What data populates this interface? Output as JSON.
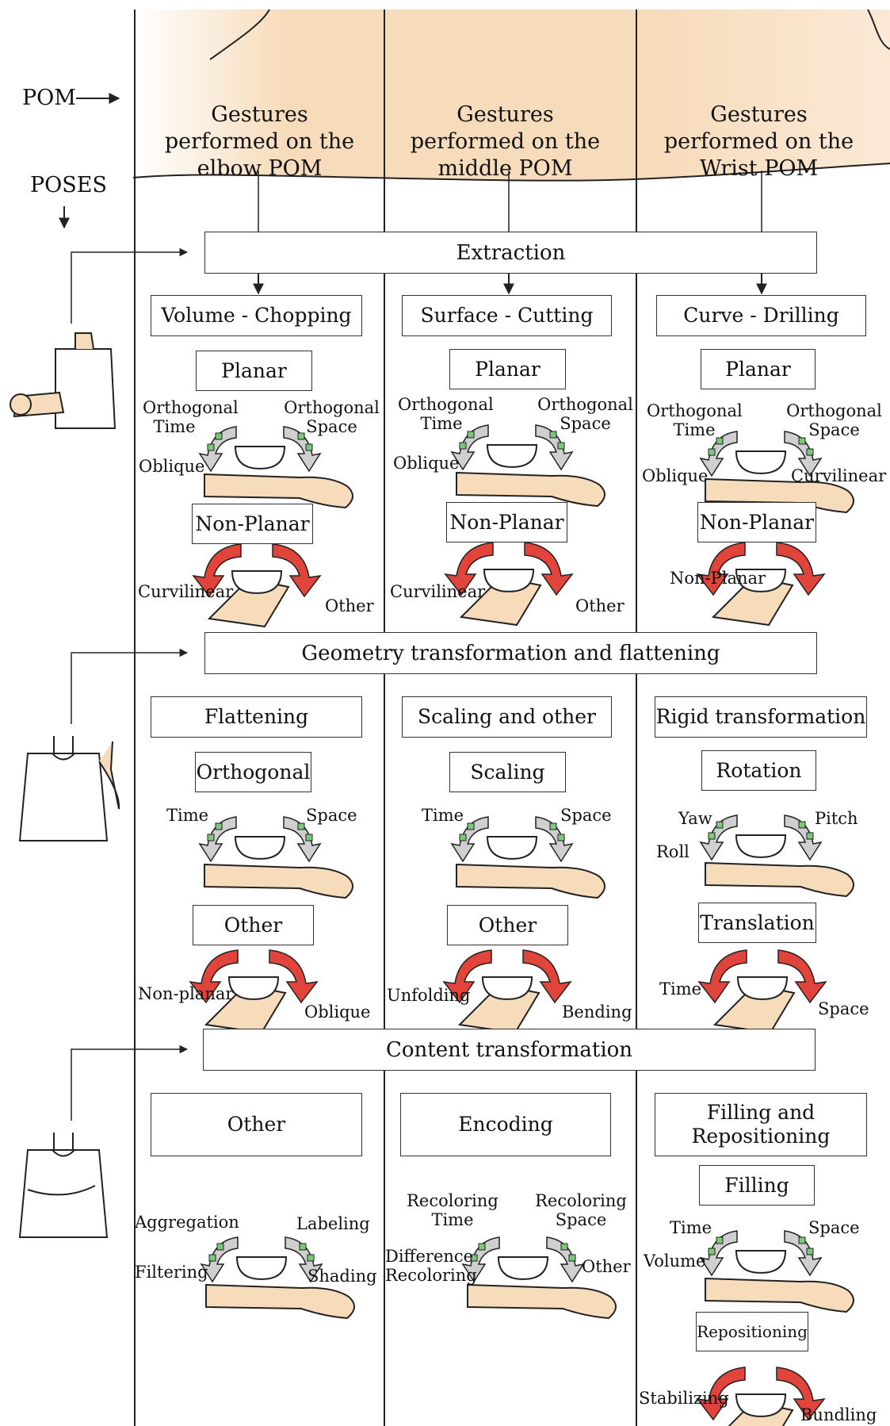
{
  "colors": {
    "skin": "#f7dcbc",
    "skin_dark": "#eec79a",
    "arrow_gray": "#cfcfcf",
    "arrow_red": "#e0443b",
    "marker_green": "#7cc87a",
    "line": "#222222"
  },
  "side": {
    "pom": "POM",
    "poses": "POSES"
  },
  "headers": [
    "Gestures performed on the elbow POM",
    "Gestures performed on the middle POM",
    "Gestures performed on the Wrist POM"
  ],
  "bands": [
    "Extraction",
    "Geometry transformation and flattening",
    "Content transformation"
  ],
  "sections": {
    "extraction": {
      "cols": [
        {
          "title": "Volume - Chopping",
          "planar": "Planar",
          "p_tl": "Orthogonal Time",
          "p_tr": "Orthogonal Space",
          "p_l": "Oblique",
          "nonplanar": "Non-Planar",
          "np_l": "Curvilinear",
          "np_r": "Other"
        },
        {
          "title": "Surface - Cutting",
          "planar": "Planar",
          "p_tl": "Orthogonal Time",
          "p_tr": "Orthogonal Space",
          "p_l": "Oblique",
          "nonplanar": "Non-Planar",
          "np_l": "Curvilinear",
          "np_r": "Other"
        },
        {
          "title": "Curve - Drilling",
          "planar": "Planar",
          "p_tl": "Orthogonal Time",
          "p_tr": "Orthogonal Space",
          "p_l": "Oblique",
          "p_r": "Curvilinear",
          "nonplanar": "Non-Planar",
          "np_l": "Non-Planar"
        }
      ]
    },
    "geometry": {
      "cols": [
        {
          "title": "Flattening",
          "sub1": "Orthogonal",
          "s1_tl": "Time",
          "s1_tr": "Space",
          "sub2": "Other",
          "s2_l": "Non-planar",
          "s2_r": "Oblique"
        },
        {
          "title": "Scaling and other",
          "sub1": "Scaling",
          "s1_tl": "Time",
          "s1_tr": "Space",
          "sub2": "Other",
          "s2_l": "Unfolding",
          "s2_r": "Bending"
        },
        {
          "title": "Rigid transformation",
          "sub1": "Rotation",
          "s1_tl": "Yaw",
          "s1_tr": "Pitch",
          "s1_l": "Roll",
          "sub2": "Translation",
          "s2_l": "Time",
          "s2_r": "Space"
        }
      ]
    },
    "content": {
      "cols": [
        {
          "title": "Other",
          "a_tl": "Aggregation",
          "a_tr": "Labeling",
          "a_l": "Filtering",
          "a_r": "Shading"
        },
        {
          "title": "Encoding",
          "a_tl": "Recoloring Time",
          "a_tr": "Recoloring Space",
          "a_l": "Difference Recoloring",
          "a_r": "Other"
        },
        {
          "title": "Filling and Repositioning",
          "sub1": "Filling",
          "a_tl": "Time",
          "a_tr": "Space",
          "a_l": "Volume",
          "sub2": "Repositioning",
          "b_l": "Stabilizing",
          "b_r": "Bundling"
        }
      ]
    }
  }
}
